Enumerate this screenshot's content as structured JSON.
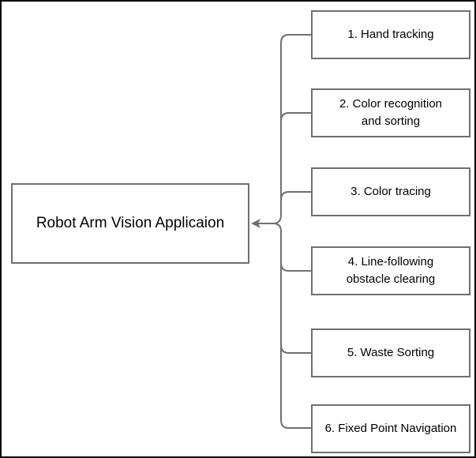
{
  "diagram": {
    "root": {
      "label": "Robot Arm Vision Applicaion"
    },
    "children": [
      {
        "label": "1. Hand tracking"
      },
      {
        "label": "2. Color recognition\nand sorting"
      },
      {
        "label": "3. Color tracing"
      },
      {
        "label": "4. Line-following\nobstacle clearing"
      },
      {
        "label": "5. Waste Sorting"
      },
      {
        "label": "6. Fixed Point Navigation"
      }
    ],
    "colors": {
      "border": "#6f6f6f",
      "connector": "#6f6f6f",
      "frame": "#000000"
    }
  }
}
